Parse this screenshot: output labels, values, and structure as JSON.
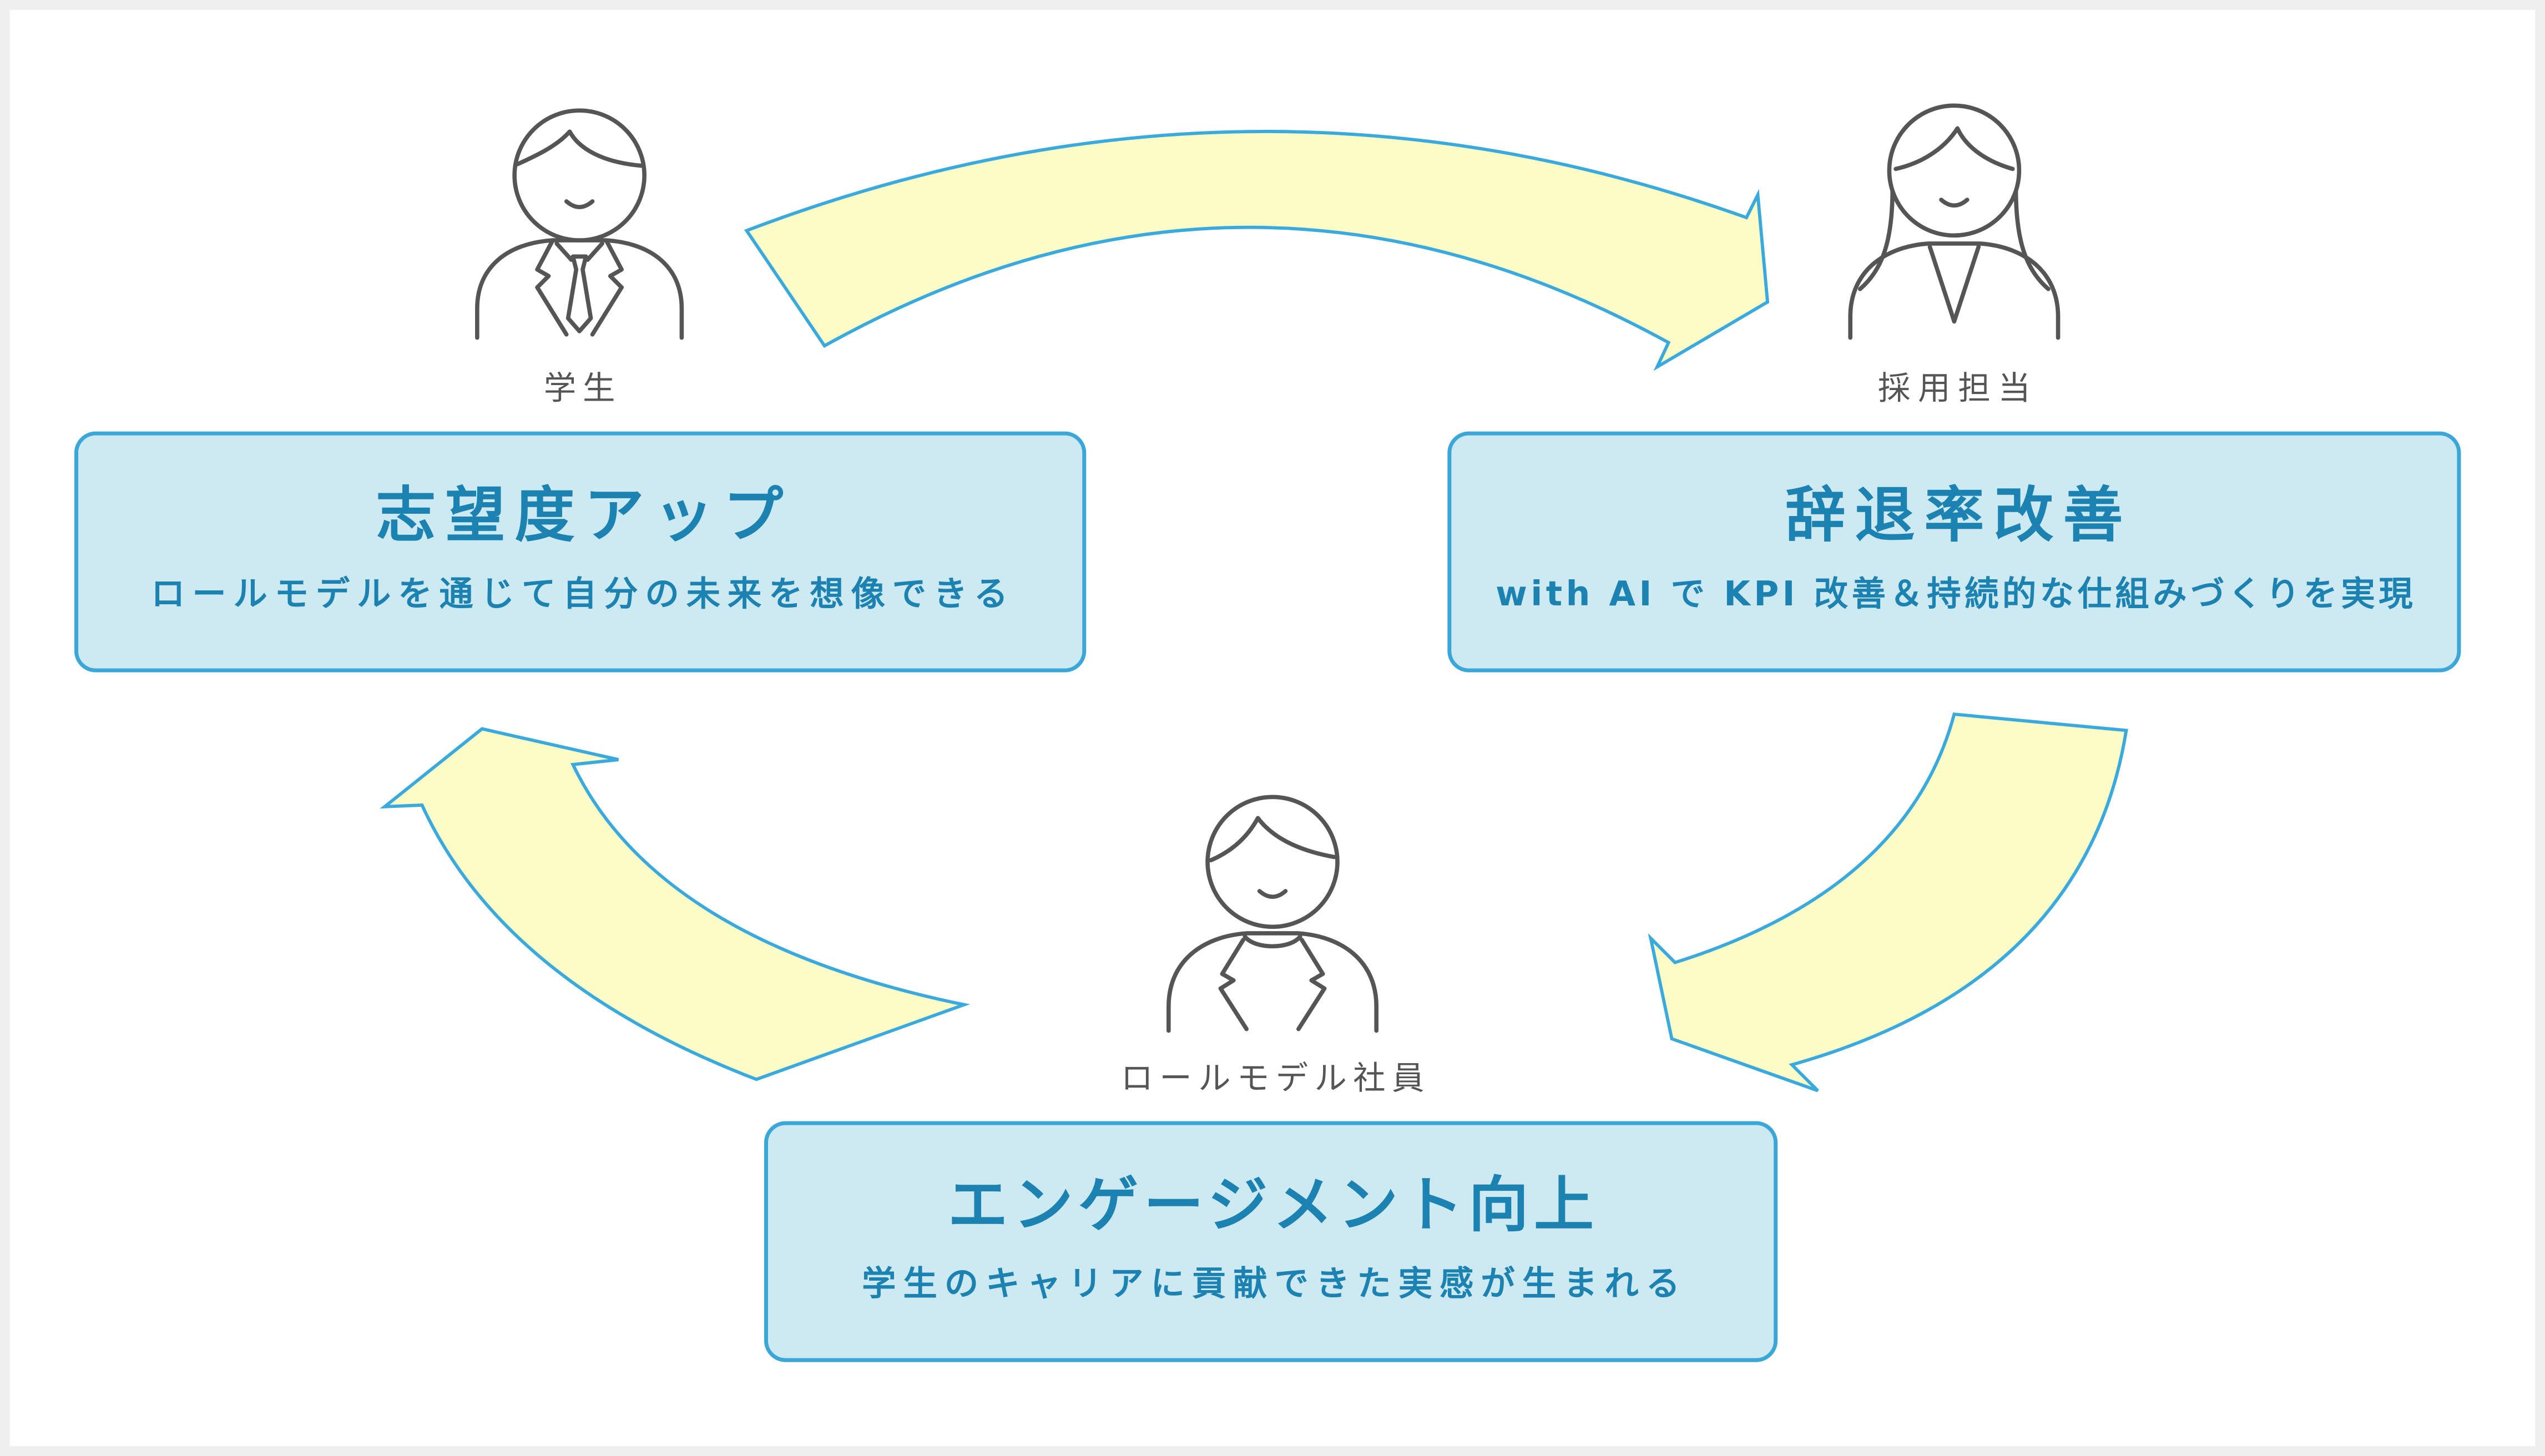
{
  "actors": {
    "student": {
      "label": "学生",
      "icon": "student-icon"
    },
    "recruiter": {
      "label": "採用担当",
      "icon": "recruiter-icon"
    },
    "role_model": {
      "label": "ロールモデル社員",
      "icon": "role-model-employee-icon"
    }
  },
  "outcomes": {
    "aspiration": {
      "title": "志望度アップ",
      "subtitle": "ロールモデルを通じて自分の未来を想像できる"
    },
    "retention": {
      "title": "辞退率改善",
      "subtitle": "with AI で KPI 改善＆持続的な仕組みづくりを実現"
    },
    "engagement": {
      "title": "エンゲージメント向上",
      "subtitle": "学生のキャリアに貢献できた実感が生まれる"
    }
  },
  "colors": {
    "page_frame": "#efefef",
    "canvas": "#ffffff",
    "box_fill": "#cde9f2",
    "box_border": "#3ba7d8",
    "box_text": "#1b82b1",
    "arrow_fill": "#fbfcc6",
    "arrow_border": "#3aa9dd",
    "icon_stroke": "#555555",
    "label_text": "#555555"
  }
}
